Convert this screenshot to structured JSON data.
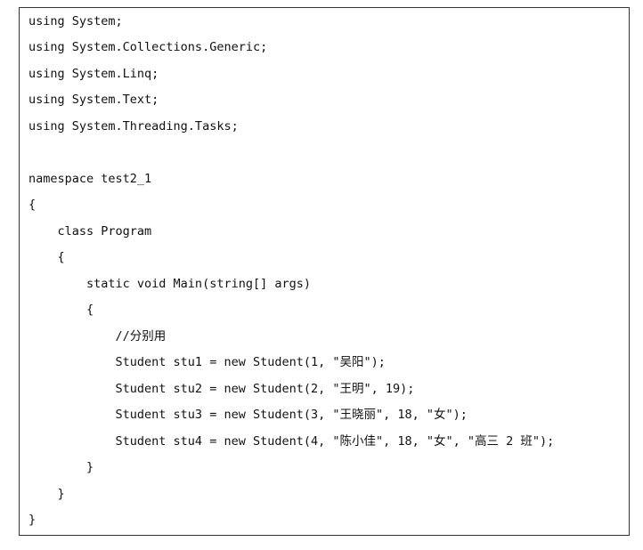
{
  "code": {
    "lines": [
      "using System;",
      "using System.Collections.Generic;",
      "using System.Linq;",
      "using System.Text;",
      "using System.Threading.Tasks;",
      "",
      "namespace test2_1",
      "{",
      "    class Program",
      "    {",
      "        static void Main(string[] args)",
      "        {",
      "            //分别用",
      "            Student stu1 = new Student(1, \"吴阳\");",
      "            Student stu2 = new Student(2, \"王明\", 19);",
      "            Student stu3 = new Student(3, \"王晓丽\", 18, \"女\");",
      "            Student stu4 = new Student(4, \"陈小佳\", 18, \"女\", \"高三 2 班\");",
      "        }",
      "    }",
      "}"
    ]
  }
}
